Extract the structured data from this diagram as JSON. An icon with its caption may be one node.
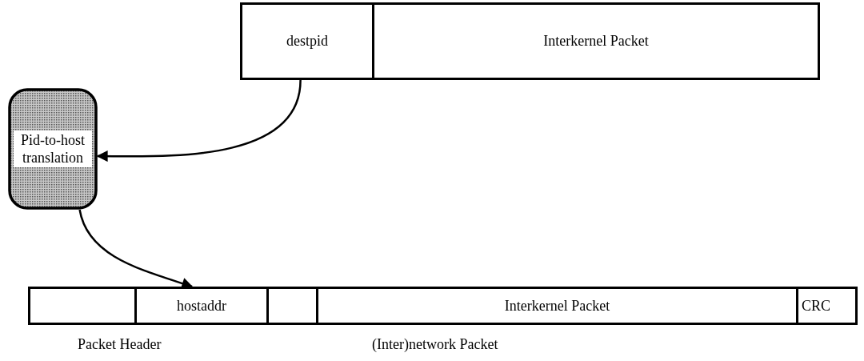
{
  "diagram": {
    "nodes": [
      {
        "text": [
          "destpid"
        ]
      },
      {
        "text": [
          "Interkernel Packet"
        ]
      },
      {
        "text": [
          "Pid-to-host translation"
        ]
      },
      {
        "text": [],
        "shape": "box"
      },
      {
        "text": [
          "hostaddr"
        ]
      },
      {
        "text": [],
        "shape": "box"
      },
      {
        "text": [
          "Interkernel Packet"
        ]
      },
      {
        "text": [
          "CRC"
        ]
      }
    ],
    "edges": [
      {
        "from": 0,
        "to": 2,
        "arrow": "to"
      },
      {
        "from": 2,
        "to": 4,
        "arrow": "to"
      }
    ],
    "labels": [
      "Packet Header",
      "(Inter)network Packet"
    ]
  }
}
